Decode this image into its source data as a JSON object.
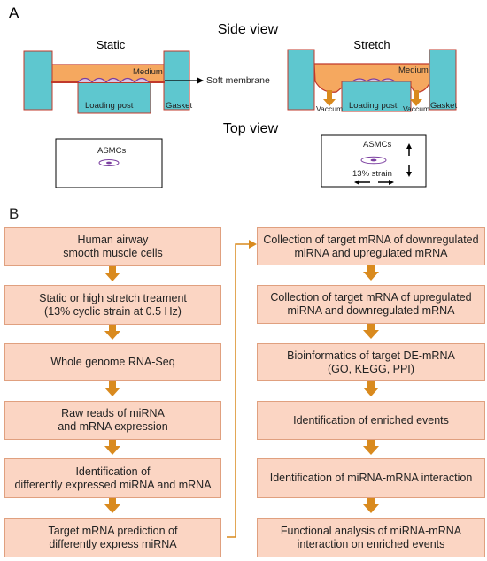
{
  "panelA": {
    "letter": "A",
    "side_view_title": "Side view",
    "top_view_title": "Top view",
    "static_title": "Static",
    "stretch_title": "Stretch",
    "medium": "Medium",
    "loading_post": "Loading post",
    "gasket": "Gasket",
    "soft_membrane": "Soft membrane",
    "vacuum": "Vaccum",
    "asmcs": "ASMCs",
    "strain": "13% strain"
  },
  "panelB": {
    "letter": "B",
    "left_steps": [
      "Human airway\nsmooth muscle cells",
      "Static or high stretch treament\n(13% cyclic strain at 0.5 Hz)",
      "Whole genome RNA-Seq",
      "Raw reads of miRNA\nand mRNA expression",
      "Identification of\ndifferently expressed miRNA and mRNA",
      "Target mRNA prediction of\ndifferently express miRNA"
    ],
    "right_steps": [
      "Collection of target mRNA of downregulated\nmiRNA and upregulated mRNA",
      "Collection of target mRNA of upregulated\nmiRNA and downregulated mRNA",
      "Bioinformatics of target DE-mRNA\n(GO, KEGG, PPI)",
      "Identification of enriched events",
      "Identification of miRNA-mRNA interaction",
      "Functional analysis of miRNA-mRNA\ninteraction on enriched events"
    ]
  },
  "colors": {
    "box_fill": "#fbd5c3",
    "box_border": "#e0a07f",
    "arrow": "#d98a1e",
    "gasket": "#5ec7cf",
    "medium": "#f5a85f",
    "membrane": "#c0392b",
    "cell": "#7b3fa0"
  }
}
